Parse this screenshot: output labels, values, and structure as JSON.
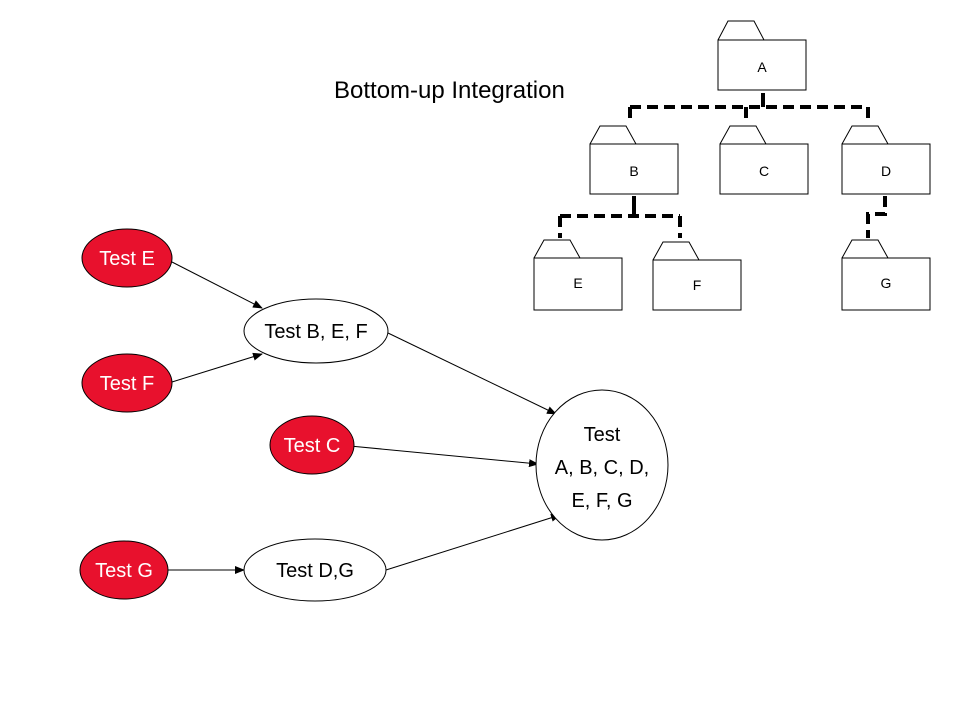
{
  "title": "Bottom-up Integration",
  "colors": {
    "driver_fill": "#e8112d",
    "driver_text": "#ffffff",
    "node_fill": "#ffffff",
    "stroke": "#000000"
  },
  "tree": {
    "A": "A",
    "B": "B",
    "C": "C",
    "D": "D",
    "E": "E",
    "F": "F",
    "G": "G"
  },
  "tests": {
    "test_e": "Test E",
    "test_f": "Test F",
    "test_c": "Test C",
    "test_g": "Test G",
    "test_bef": "Test B, E, F",
    "test_dg": "Test D,G",
    "test_all_line1": "Test",
    "test_all_line2": "A, B, C, D,",
    "test_all_line3": "E, F, G"
  }
}
